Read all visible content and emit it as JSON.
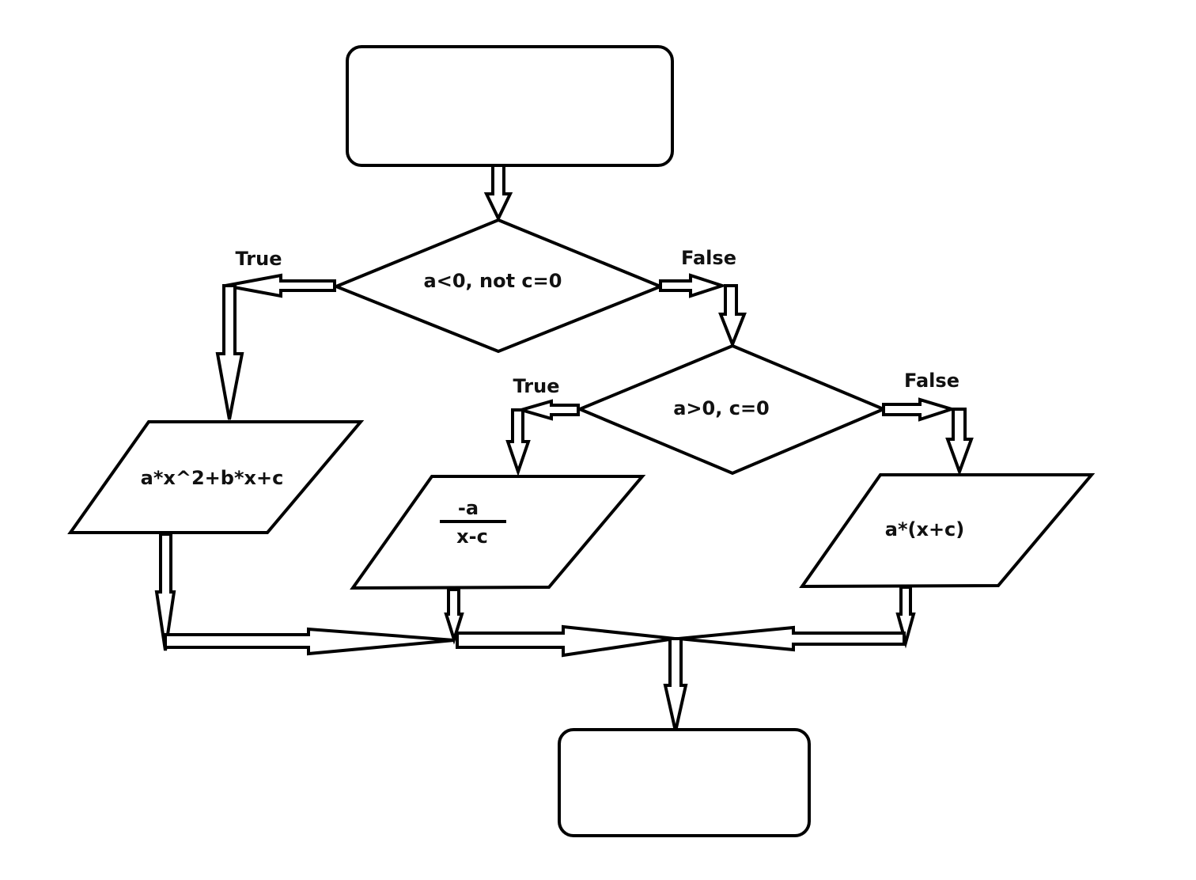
{
  "diagram": {
    "type": "flowchart",
    "colors": {
      "stroke": "#000000",
      "fill": "#ffffff",
      "text": "#111111"
    },
    "nodes": [
      {
        "id": "start",
        "shape": "rounded-rectangle",
        "text": ""
      },
      {
        "id": "decision1",
        "shape": "diamond",
        "text": "a<0, not c=0"
      },
      {
        "id": "decision2",
        "shape": "diamond",
        "text": "a>0, c=0"
      },
      {
        "id": "output1",
        "shape": "parallelogram",
        "text": "a*x^2+b*x+c"
      },
      {
        "id": "output2",
        "shape": "parallelogram",
        "numerator": "-a",
        "denominator": "x-c"
      },
      {
        "id": "output3",
        "shape": "parallelogram",
        "text": "a*(x+c)"
      },
      {
        "id": "end",
        "shape": "rounded-rectangle",
        "text": ""
      }
    ],
    "edges": [
      {
        "from": "start",
        "to": "decision1",
        "label": ""
      },
      {
        "from": "decision1",
        "to": "output1",
        "label": "True"
      },
      {
        "from": "decision1",
        "to": "decision2",
        "label": "False"
      },
      {
        "from": "decision2",
        "to": "output2",
        "label": "True"
      },
      {
        "from": "decision2",
        "to": "output3",
        "label": "False"
      },
      {
        "from": "output1",
        "to": "end",
        "label": ""
      },
      {
        "from": "output2",
        "to": "end",
        "label": ""
      },
      {
        "from": "output3",
        "to": "end",
        "label": ""
      }
    ],
    "labels": {
      "d1_true": "True",
      "d1_false": "False",
      "d2_true": "True",
      "d2_false": "False"
    }
  }
}
